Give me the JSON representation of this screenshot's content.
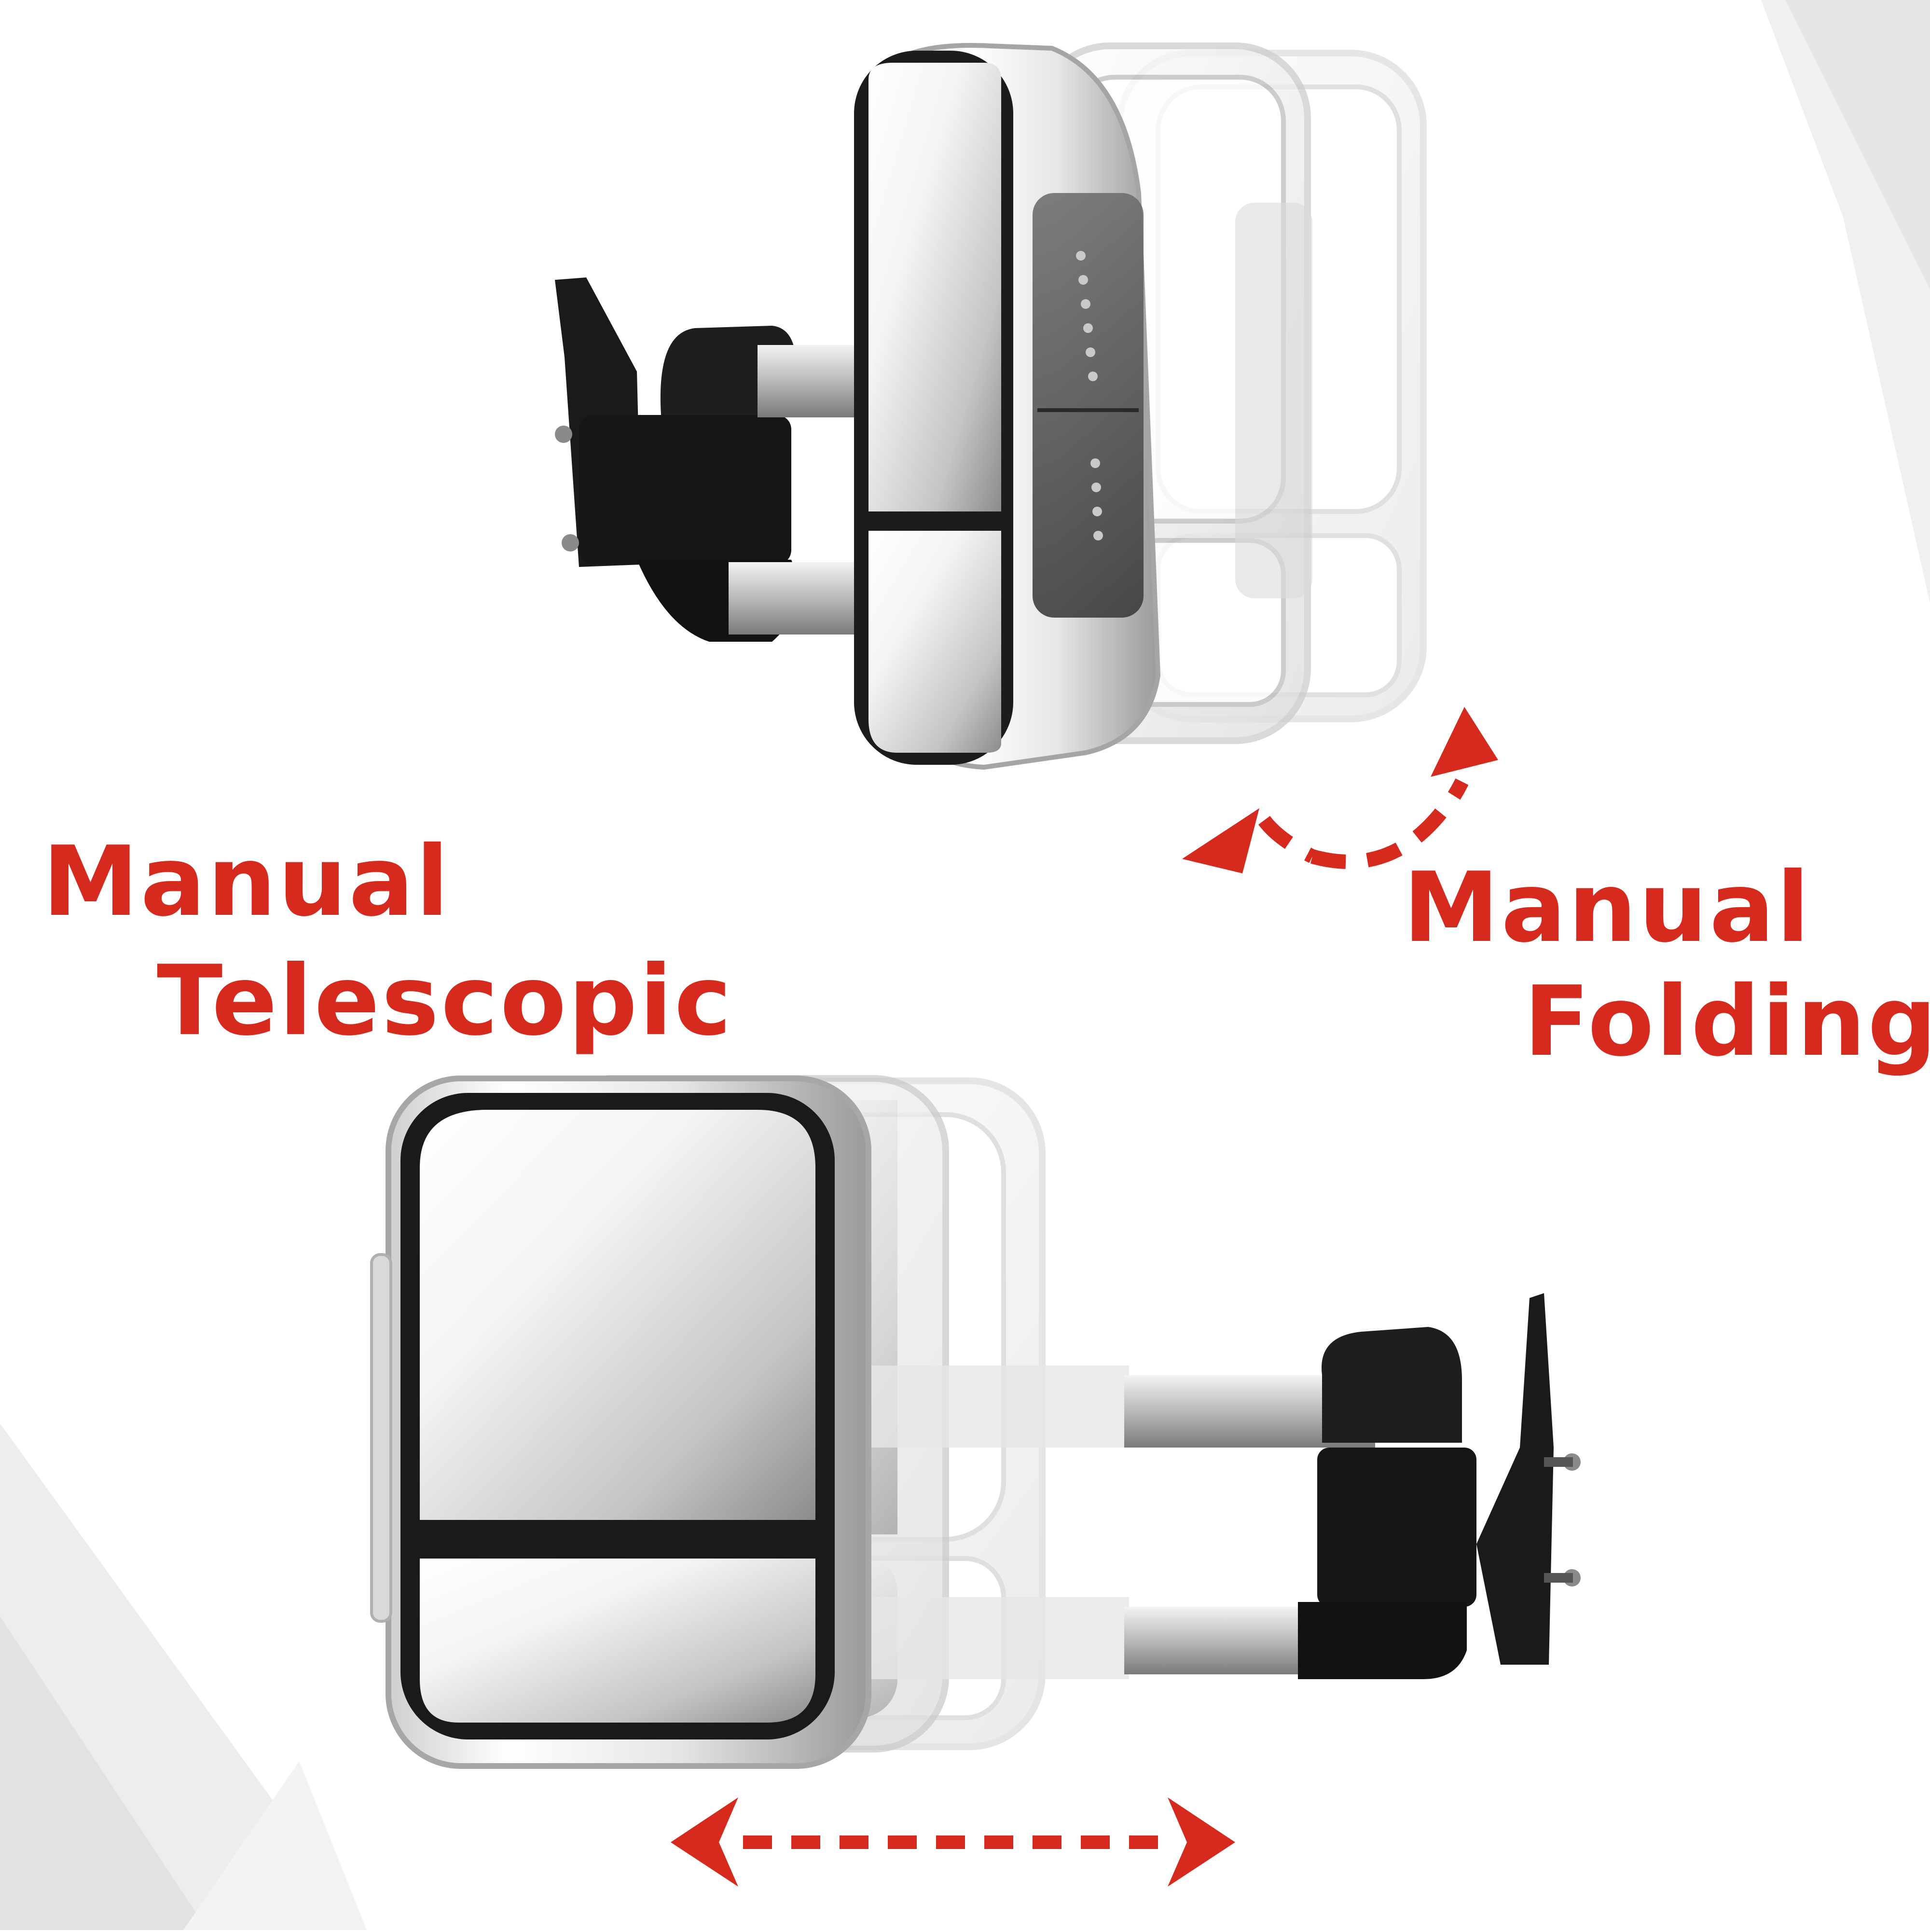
{
  "labels": {
    "telescopic_line1": "Manual",
    "telescopic_line2": "Telescopic",
    "folding_line1": "Manual",
    "folding_line2": "Folding"
  },
  "colors": {
    "accent": "#d62a1e",
    "chrome_light": "#f2f2f2",
    "chrome_dark": "#9a9a9a",
    "glass_light": "#ffffff",
    "glass_dark": "#8c8c8c",
    "bracket_black": "#141414",
    "background": "#ffffff",
    "facet_grey": "#ececec"
  },
  "icons": {
    "fold_arrow": "curved-dashed-double-arrow",
    "telescope_arrow": "straight-dashed-double-arrow"
  }
}
